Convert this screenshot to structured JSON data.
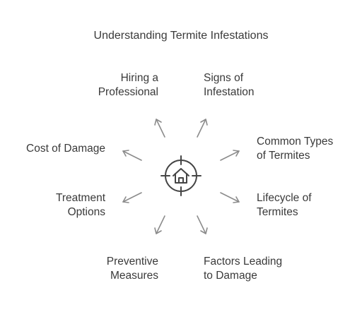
{
  "title": "Understanding Termite Infestations",
  "center": {
    "icon": "house-target-icon"
  },
  "topics": {
    "hiring": [
      "Hiring a",
      "Professional"
    ],
    "signs": [
      "Signs of",
      "Infestation"
    ],
    "common_types": [
      "Common Types",
      "of Termites"
    ],
    "lifecycle": [
      "Lifecycle of",
      "Termites"
    ],
    "factors": [
      "Factors Leading",
      "to Damage"
    ],
    "preventive": [
      "Preventive",
      "Measures"
    ],
    "treatment": [
      "Treatment",
      "Options"
    ],
    "cost": [
      "Cost of Damage"
    ]
  },
  "colors": {
    "text": "#3a3a3a",
    "arrow": "#8c8c8c",
    "icon": "#444444"
  }
}
